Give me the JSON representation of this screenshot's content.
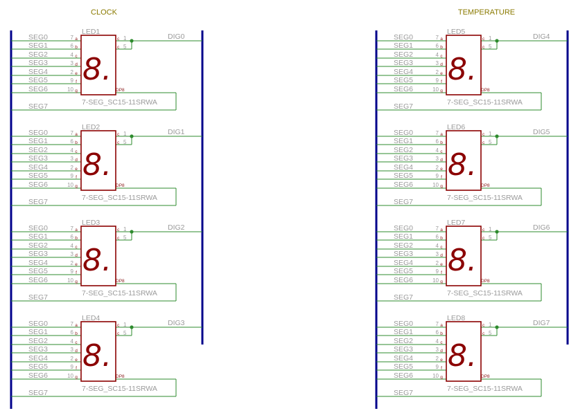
{
  "sections": [
    {
      "title": "CLOCK"
    },
    {
      "title": "TEMPERATURE"
    }
  ],
  "segment_nets": [
    "SEG0",
    "SEG1",
    "SEG2",
    "SEG3",
    "SEG4",
    "SEG5",
    "SEG6",
    "SEG7"
  ],
  "segment_pins": [
    {
      "num": "7",
      "label": "a"
    },
    {
      "num": "6",
      "label": "b"
    },
    {
      "num": "4",
      "label": "c"
    },
    {
      "num": "3",
      "label": "d"
    },
    {
      "num": "2",
      "label": "e"
    },
    {
      "num": "9",
      "label": "f"
    },
    {
      "num": "10",
      "label": "g"
    }
  ],
  "common_pins": [
    {
      "num": "1",
      "label": "c"
    },
    {
      "num": "5",
      "label": "c"
    }
  ],
  "dp_pin": {
    "label": "DP",
    "num": "8"
  },
  "part_value": "7-SEG_SC15-11SRWA",
  "digit_glyph": "8.",
  "displays": [
    {
      "name": "LED1",
      "digit_net": "DIG0",
      "section": 0
    },
    {
      "name": "LED2",
      "digit_net": "DIG1",
      "section": 0
    },
    {
      "name": "LED3",
      "digit_net": "DIG2",
      "section": 0
    },
    {
      "name": "LED4",
      "digit_net": "DIG3",
      "section": 0
    },
    {
      "name": "LED5",
      "digit_net": "DIG4",
      "section": 1
    },
    {
      "name": "LED6",
      "digit_net": "DIG5",
      "section": 1
    },
    {
      "name": "LED7",
      "digit_net": "DIG6",
      "section": 1
    },
    {
      "name": "LED8",
      "digit_net": "DIG7",
      "section": 1
    }
  ],
  "colors": {
    "bus": "#00008b",
    "wire": "#2e8b2e",
    "part": "#8b0000",
    "text": "#9a9a9a",
    "title": "#8a7a00",
    "junction": "#2e8b2e"
  }
}
